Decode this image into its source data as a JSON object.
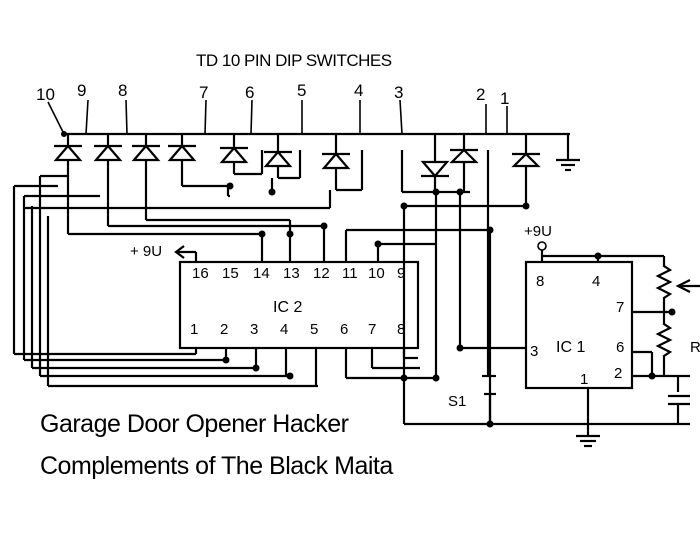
{
  "header": {
    "title": "TD 10 PIN DIP SWITCHES"
  },
  "switch_numbers": [
    "10",
    "9",
    "8",
    "7",
    "6",
    "5",
    "4",
    "3",
    "2",
    "1"
  ],
  "ic2": {
    "label": "IC 2",
    "supply": "+ 9U",
    "top_pins": [
      "16",
      "15",
      "14",
      "13",
      "12",
      "11",
      "10",
      "9"
    ],
    "bottom_pins": [
      "1",
      "2",
      "3",
      "4",
      "5",
      "6",
      "7",
      "8"
    ]
  },
  "ic1": {
    "label": "IC 1",
    "supply": "+9U",
    "top_pins": [
      "8",
      "4"
    ],
    "right_pins": [
      "7",
      "6",
      "2"
    ],
    "left_pin": "3",
    "bottom_pin": "1",
    "resistor_label": "R"
  },
  "switch_s1": "S1",
  "caption": {
    "line1": "Garage Door Opener Hacker",
    "line2": "Complements of The Black Maita"
  }
}
